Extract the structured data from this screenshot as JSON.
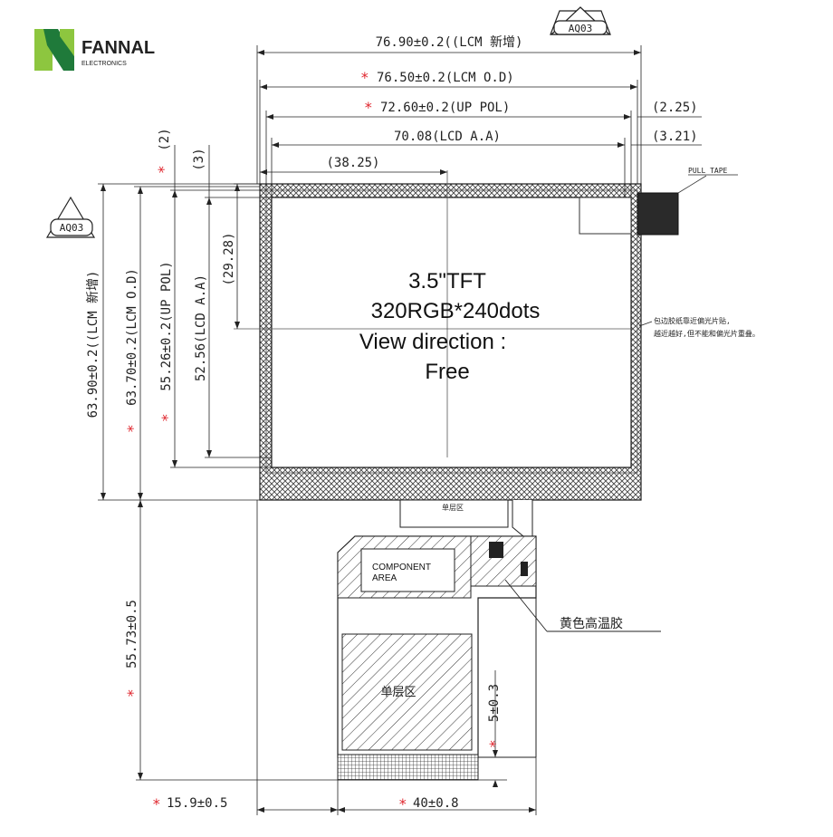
{
  "logo": {
    "brand": "FANNAL",
    "sub": "ELECTRONICS",
    "colors": {
      "green_light": "#8dc63f",
      "green_dark": "#1f7a3a",
      "text": "#333333"
    }
  },
  "badges": {
    "top": "AQ03",
    "left": "AQ03"
  },
  "marks": {
    "asterisk": "*",
    "asterisk_color": "#e0262e"
  },
  "center_text": {
    "line1": "3.5\"TFT",
    "line2": "320RGB*240dots",
    "line3": "View direction :",
    "line4": "Free"
  },
  "dims": {
    "w_lcm_new": "76.90±0.2((LCM 新增)",
    "w_lcm_od": "76.50±0.2(LCM O.D)",
    "w_up_pol": "72.60±0.2(UP POL)",
    "w_lcd_aa": "70.08(LCD A.A)",
    "w_half": "(38.25)",
    "r_225": "(2.25)",
    "r_321": "(3.21)",
    "h_2": "(2)",
    "h_3": "(3)",
    "h_lcm_new": "63.90±0.2((LCM 新增)",
    "h_lcm_od": "63.70±0.2(LCM O.D)",
    "h_up_pol": "55.26±0.2(UP POL)",
    "h_lcd_aa": "52.56(LCD A.A)",
    "h_half": "(29.28)",
    "fpc_len": "55.73±0.5",
    "fpc_offset": "15.9±0.5",
    "fpc_width": "40±0.8",
    "fpc_tab": "5±0.3"
  },
  "labels": {
    "pull_tape": "PULL TAPE",
    "note_line1": "包边胶纸靠近偏光片贴,",
    "note_line2": "越近越好,但不能和偏光片重叠。",
    "single_layer_top": "单层区",
    "single_layer_bottom": "单层区",
    "component_area_1": "COMPONENT",
    "component_area_2": "AREA",
    "yellow_tape": "黄色高温胶"
  }
}
